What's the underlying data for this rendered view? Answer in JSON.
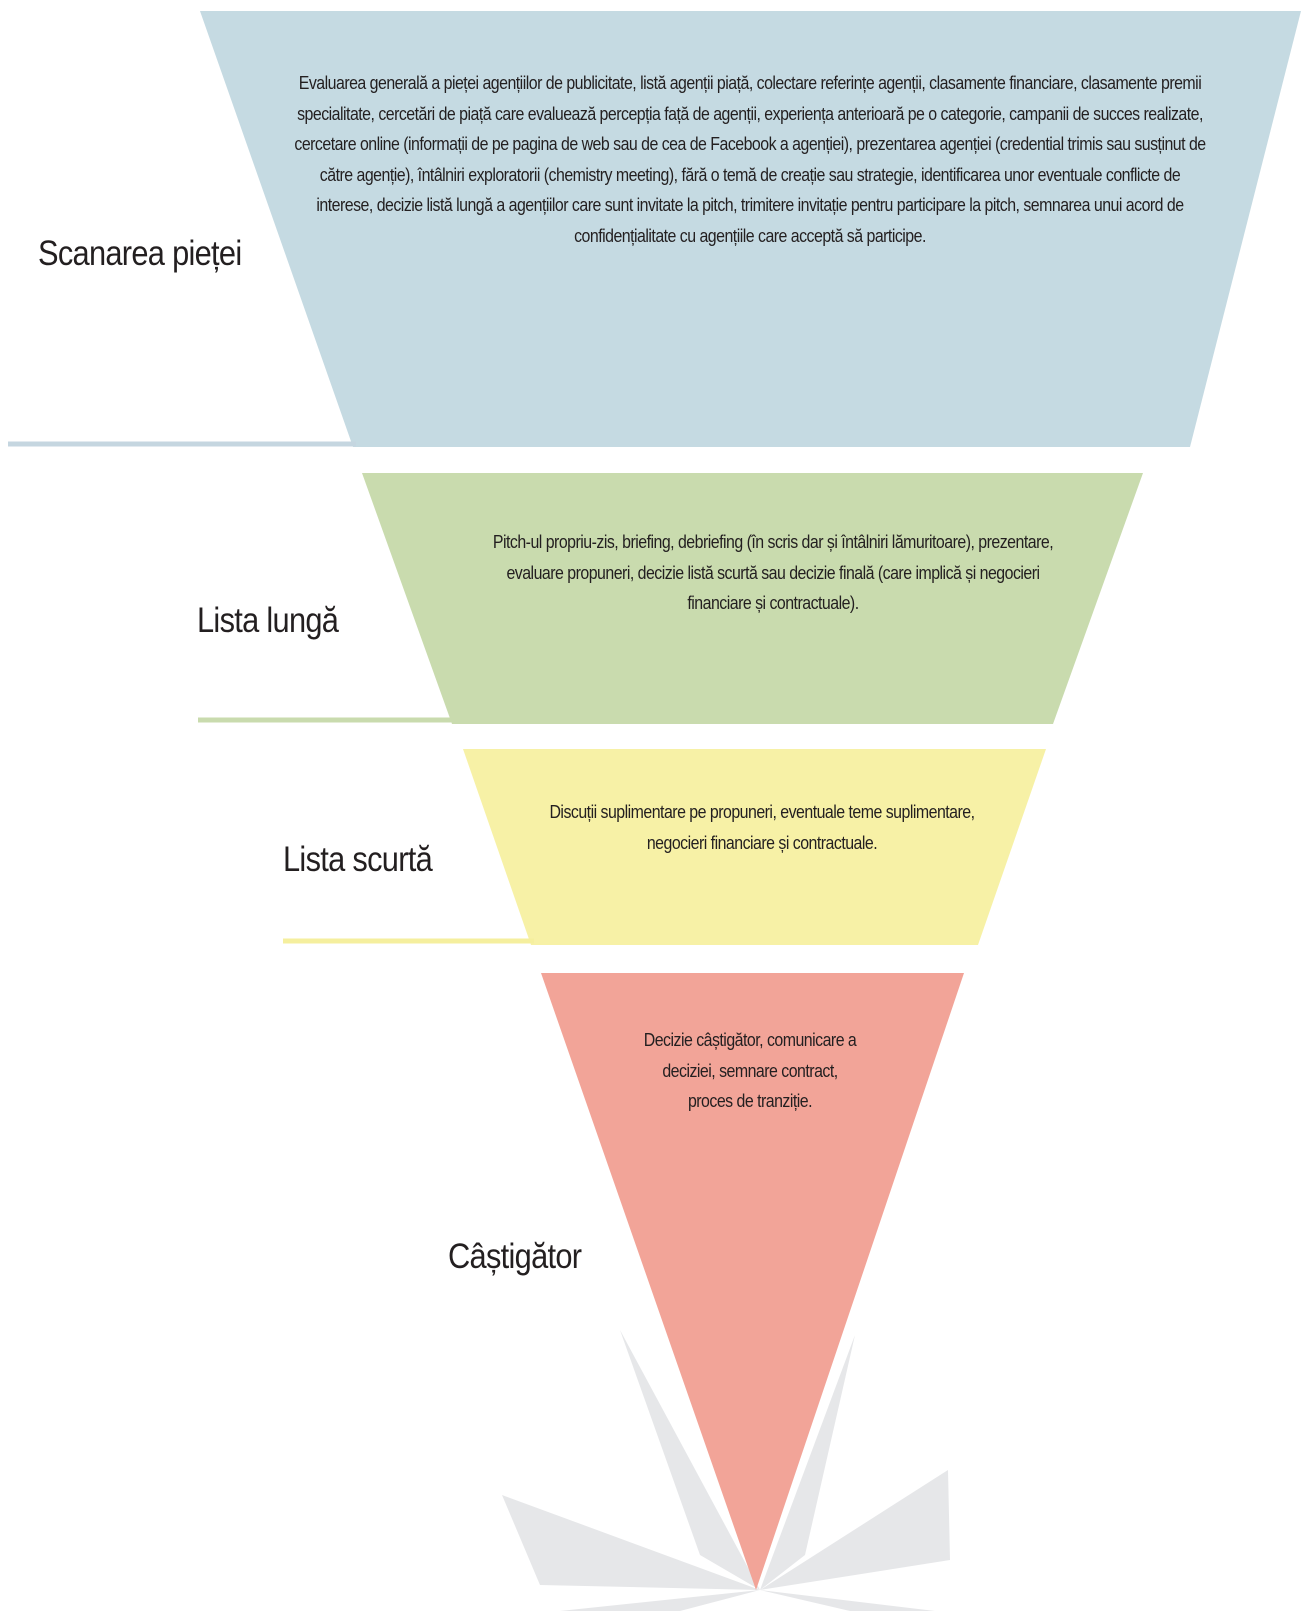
{
  "stages": [
    {
      "label": "Scanarea pieței",
      "description": "Evaluarea generală a pieței agențiilor de publicitate, listă agenții piață, colectare referințe agenții, clasamente financiare, clasamente premii specialitate, cercetări de piață care evaluează percepția față de agenții, experiența anterioară pe o categorie, campanii de succes realizate, cercetare online (informații de pe pagina de web sau de cea de Facebook a agenției), prezentarea agenției (credential trimis sau susținut de către agenție), întâlniri exploratorii (chemistry meeting), fără o temă de creație sau strategie, identificarea unor eventuale conflicte de interese, decizie listă lungă a agențiilor care sunt invitate la pitch, trimitere invitație pentru participare la pitch, semnarea unui acord de confidențialitate cu agențiile care acceptă să participe.",
      "color": "#c5dae2",
      "line_color": "#c5d6e0"
    },
    {
      "label": "Lista lungă",
      "description": "Pitch-ul propriu-zis, briefing, debriefing (în scris dar și întâlniri lămuritoare), prezentare, evaluare propuneri, decizie listă scurtă sau decizie finală (care implică și negocieri financiare și contractuale).",
      "color": "#c9dbae",
      "line_color": "#c9dbae"
    },
    {
      "label": "Lista scurtă",
      "description": "Discuții suplimentare pe propuneri, eventuale teme suplimentare, negocieri financiare și contractuale.",
      "color": "#f7f1a6",
      "line_color": "#f5ef9e"
    },
    {
      "label": "Câștigător",
      "description": "Decizie câștigător, comunicare a deciziei, semnare contract, proces de tranziție.",
      "color": "#f2a498"
    }
  ],
  "decoration": {
    "burst_color": "#e6e7e9"
  }
}
